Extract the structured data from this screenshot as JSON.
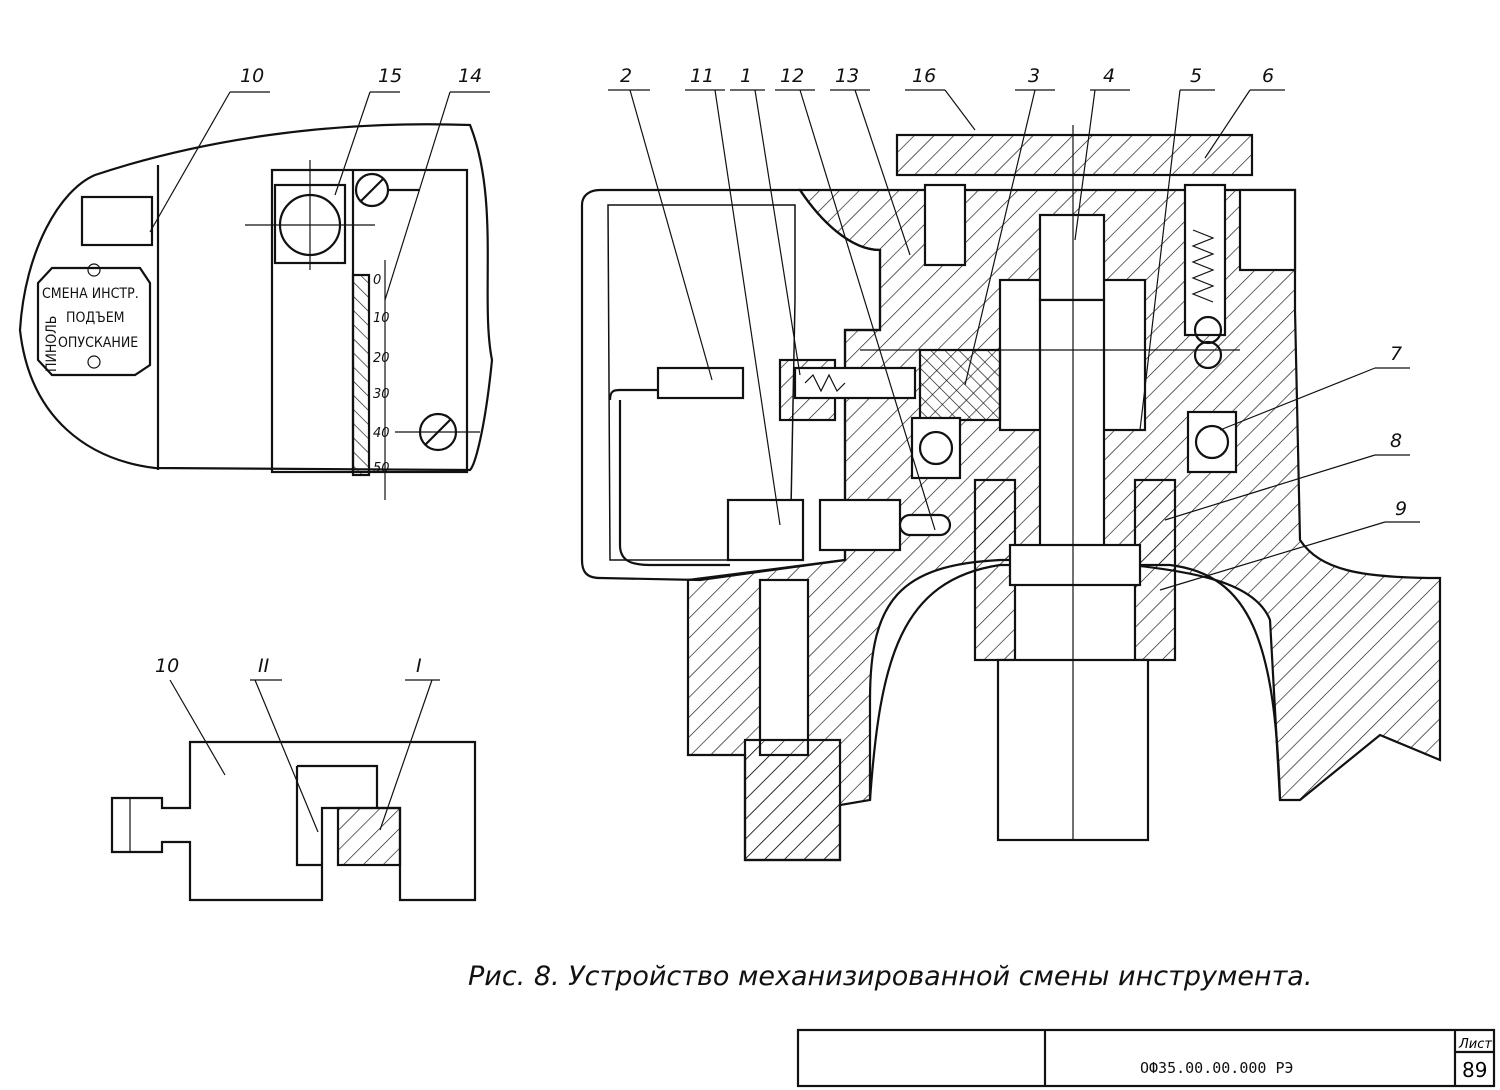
{
  "top_view": {
    "callouts": [
      "10",
      "15",
      "14"
    ],
    "plate": {
      "line1": "СМЕНА ИНСТР.",
      "line2": "ПОДЪЕМ",
      "line3": "ОПУСКАНИЕ",
      "side": "ПИНОЛЬ"
    },
    "scale_ticks": [
      "0",
      "10",
      "20",
      "30",
      "40",
      "50"
    ]
  },
  "cam_view": {
    "callouts": [
      "10",
      "II",
      "I"
    ]
  },
  "section": {
    "callouts_top": [
      "2",
      "11",
      "1",
      "12",
      "13",
      "16",
      "3",
      "4",
      "5",
      "6"
    ],
    "callouts_right": [
      "7",
      "8",
      "9"
    ]
  },
  "caption": "Рис. 8. Устройство механизированной смены инструмента.",
  "title_block": {
    "designation": "ОФ35.00.00.000 РЭ",
    "sheet_label": "Лист",
    "sheet_number": "89"
  }
}
